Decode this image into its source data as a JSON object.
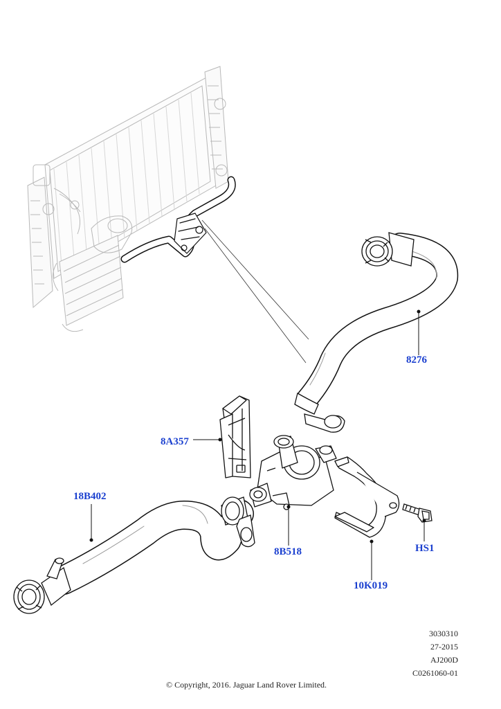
{
  "callouts": [
    {
      "id": "8276",
      "label": "8276"
    },
    {
      "id": "8A357",
      "label": "8A357"
    },
    {
      "id": "18B402",
      "label": "18B402"
    },
    {
      "id": "8B518",
      "label": "8B518"
    },
    {
      "id": "HS1",
      "label": "HS1"
    },
    {
      "id": "10K019",
      "label": "10K019"
    }
  ],
  "meta": {
    "line1": "3030310",
    "line2": "27-2015",
    "line3": "AJ200D",
    "line4": "C0261060-01"
  },
  "copyright": "© Copyright, 2016. Jaguar Land Rover Limited.",
  "colors": {
    "callout": "#1a3fcf",
    "line": "#111111",
    "ghost": "#b8b8b8"
  }
}
